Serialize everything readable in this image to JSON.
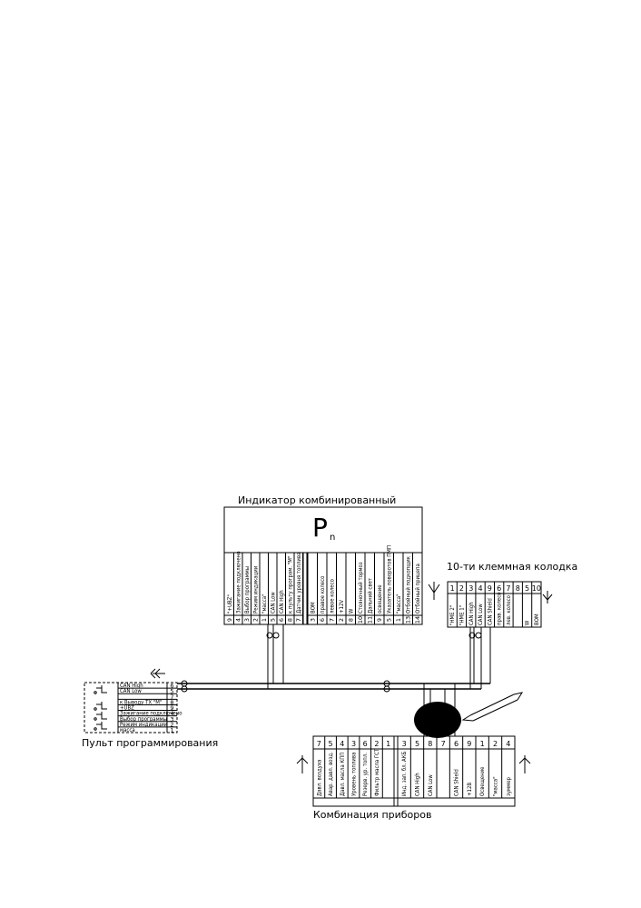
{
  "indicator": {
    "title": "Индикатор комбинированный",
    "symbol": "Pn",
    "left_pins": [
      {
        "num": "9",
        "label": "\"+UBZ\""
      },
      {
        "num": "4",
        "label": "Зажигание подключено"
      },
      {
        "num": "3",
        "label": "Выбор программы"
      },
      {
        "num": "2",
        "label": "Режим индикации"
      },
      {
        "num": "1",
        "label": "\"масса\""
      },
      {
        "num": "5",
        "label": "CAN Low"
      },
      {
        "num": "6",
        "label": "CAN High"
      },
      {
        "num": "8",
        "label": "к пульту програм. \"M\""
      },
      {
        "num": "7",
        "label": "Датчик уровня топлива"
      }
    ],
    "right_pins": [
      {
        "num": "3",
        "label": "ВОМ"
      },
      {
        "num": "6",
        "label": "правое колесо"
      },
      {
        "num": "7",
        "label": "левое колесо"
      },
      {
        "num": "2",
        "label": "+12V"
      },
      {
        "num": "8",
        "label": "W"
      },
      {
        "num": "10",
        "label": "Стояночный тормоз"
      },
      {
        "num": "11",
        "label": "Дальний свет"
      },
      {
        "num": "9",
        "label": "освещение"
      },
      {
        "num": "5",
        "label": "Указатель поворотов ПМП"
      },
      {
        "num": "1",
        "label": "\"масса\""
      },
      {
        "num": "13",
        "label": "Отбойный подкопщик"
      },
      {
        "num": "14",
        "label": "Отбойный прицепа"
      }
    ]
  },
  "terminal": {
    "title": "10-ти клеммная колодка",
    "nums": [
      "1",
      "2",
      "3",
      "4",
      "9",
      "6",
      "7",
      "8",
      "5",
      "10"
    ],
    "labels": [
      "\"НМЕ 2\"",
      "\"НМЕ 1\"",
      "CAN High",
      "CAN Low",
      "CAN Shield",
      "прав. колесо",
      "лев. колесо",
      "",
      "W",
      "ВОМ"
    ]
  },
  "remote": {
    "title": "Пульт программирования",
    "rows": [
      {
        "label": "CAN High",
        "num": "6"
      },
      {
        "label": "CAN Low",
        "num": "5"
      },
      {
        "label": "",
        "num": "7"
      },
      {
        "label": "к Выводу ТХ \"M\"",
        "num": "8"
      },
      {
        "label": "+UBZ",
        "num": "9"
      },
      {
        "label": "Зажигание подключено",
        "num": "4"
      },
      {
        "label": "Выбор программы",
        "num": "3"
      },
      {
        "label": "Режим индикации",
        "num": "2"
      },
      {
        "label": "масса",
        "num": "1"
      }
    ]
  },
  "combination": {
    "title": "Комбинация приборов",
    "left_nums": [
      "7",
      "5",
      "4",
      "3",
      "6",
      "2",
      "1"
    ],
    "left_labels": [
      "Давл. воздуха",
      "Авар. давл. возд.",
      "Давл. масла КПП",
      "Уровень топлива",
      "Резерв. ур. топл.",
      "Фильтр масла ГСТ",
      ""
    ],
    "right_nums": [
      "3",
      "5",
      "8",
      "7",
      "6",
      "9",
      "1",
      "2",
      "4"
    ],
    "right_labels": [
      "Инд. зап. бл. АКБ",
      "CAN High",
      "CAN Low",
      "",
      "CAN Shield",
      "+12B",
      "Освещение",
      "\"масса\"",
      "зуммер"
    ]
  }
}
